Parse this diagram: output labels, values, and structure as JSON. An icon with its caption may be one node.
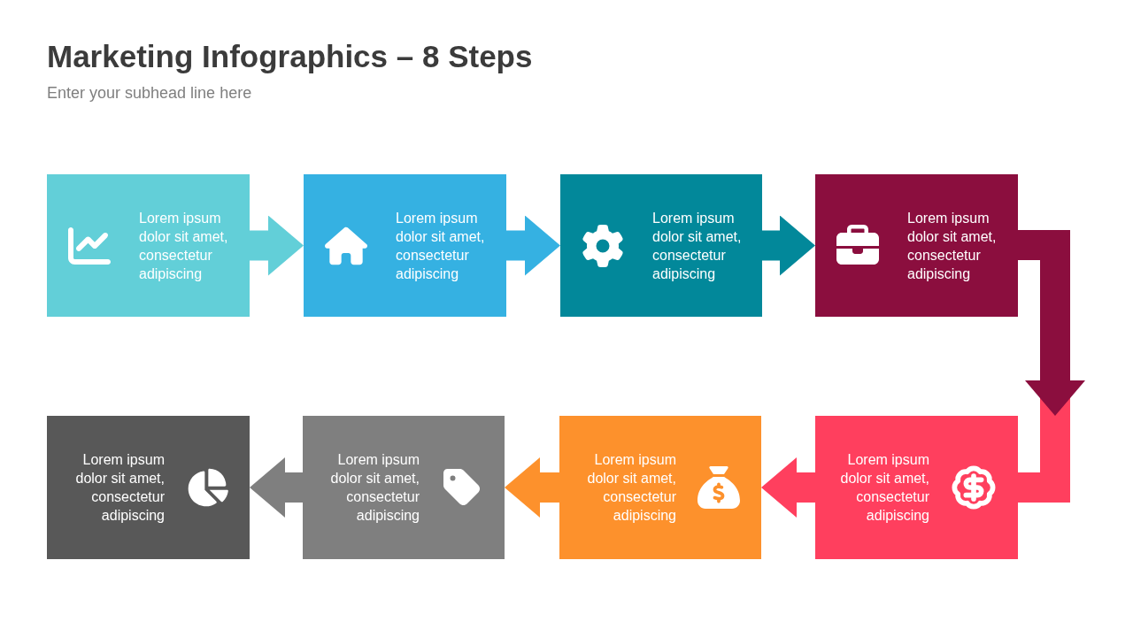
{
  "diagram": {
    "title": "Marketing Infographics – 8 Steps",
    "nodes": [
      {
        "text": [
          "Lorem ipsum dolor sit amet, consectetur adipiscing"
        ]
      },
      {
        "text": [
          "Lorem ipsum dolor sit amet, consectetur adipiscing"
        ]
      },
      {
        "text": [
          "Lorem ipsum dolor sit amet, consectetur adipiscing"
        ]
      },
      {
        "text": [
          "Lorem ipsum dolor sit amet, consectetur adipiscing"
        ]
      },
      {
        "text": [
          "Lorem ipsum dolor sit amet, consectetur adipiscing"
        ]
      },
      {
        "text": [
          "Lorem ipsum dolor sit amet, consectetur adipiscing"
        ]
      },
      {
        "text": [
          "Lorem ipsum dolor sit amet, consectetur adipiscing"
        ]
      },
      {
        "text": [
          "Lorem ipsum dolor sit amet, consectetur adipiscing"
        ]
      }
    ],
    "edges": [
      {
        "from": 0,
        "to": 1,
        "arrow": "to",
        "color": "#62cfd8"
      },
      {
        "from": 1,
        "to": 2,
        "arrow": "to",
        "color": "#35b1e2"
      },
      {
        "from": 2,
        "to": 3,
        "arrow": "to",
        "color": "#02889a"
      },
      {
        "from": 3,
        "to": 4,
        "arrow": "to",
        "color": "#8b0e3e"
      },
      {
        "from": 4,
        "to": 5,
        "arrow": "to",
        "color": "#ff3f5e"
      },
      {
        "from": 5,
        "to": 6,
        "arrow": "to",
        "color": "#fd912c"
      },
      {
        "from": 6,
        "to": 7,
        "arrow": "to",
        "color": "#7f7f7f"
      }
    ],
    "labels": [
      "Enter your subhead line here"
    ]
  }
}
